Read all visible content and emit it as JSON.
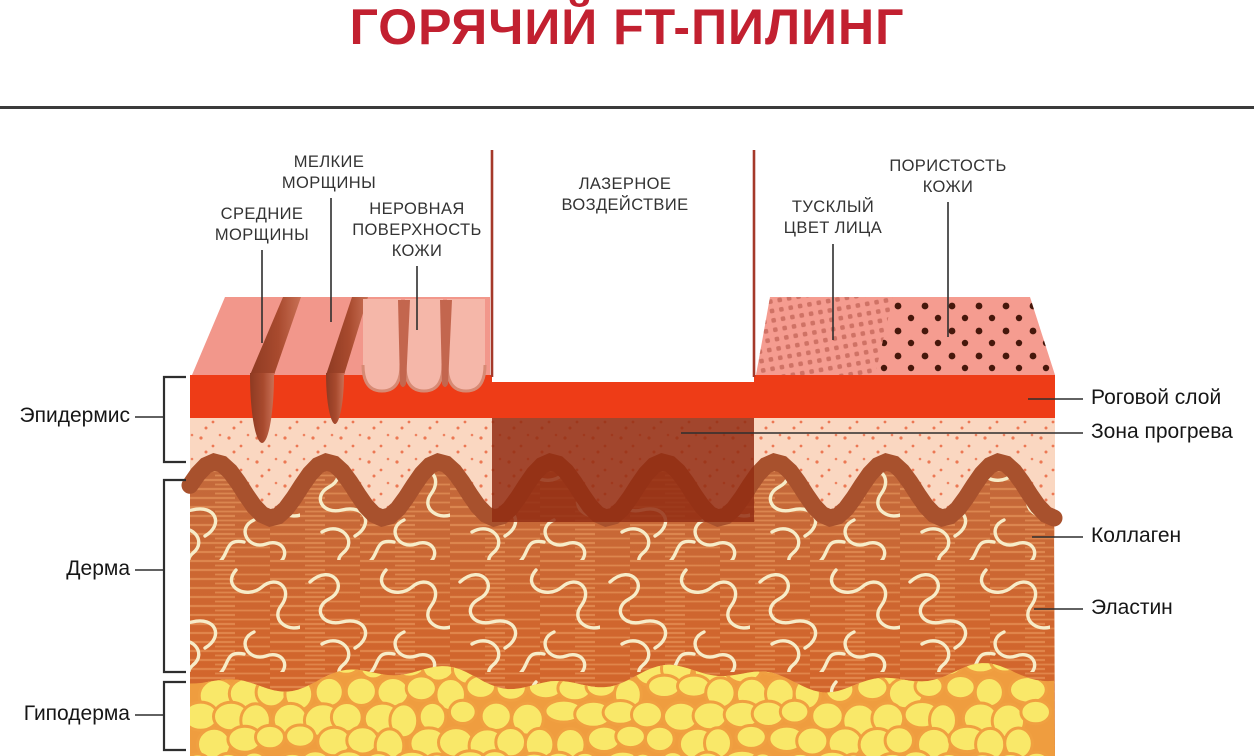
{
  "title": {
    "text": "ГОРЯЧИЙ FT-ПИЛИНГ",
    "color": "#C22030"
  },
  "labels": {
    "top": [
      {
        "name": "medium-wrinkles",
        "text": "СРЕДНИЕ\nМОРЩИНЫ"
      },
      {
        "name": "fine-wrinkles",
        "text": "МЕЛКИЕ\nМОРЩИНЫ"
      },
      {
        "name": "uneven-skin-surface",
        "text": "НЕРОВНАЯ\nПОВЕРХНОСТЬ\nКОЖИ"
      },
      {
        "name": "laser-impact",
        "text": "ЛАЗЕРНОЕ\nВОЗДЕЙСТВИЕ"
      },
      {
        "name": "dull-complexion",
        "text": "ТУСКЛЫЙ\nЦВЕТ ЛИЦА"
      },
      {
        "name": "skin-porosity",
        "text": "ПОРИСТОСТЬ\nКОЖИ"
      }
    ],
    "left": [
      {
        "name": "epidermis",
        "text": "Эпидермис"
      },
      {
        "name": "dermis",
        "text": "Дерма"
      },
      {
        "name": "hypodermis",
        "text": "Гиподерма"
      }
    ],
    "right": [
      {
        "name": "stratum-corneum",
        "text": "Роговой слой"
      },
      {
        "name": "heating-zone",
        "text": "Зона прогрева"
      },
      {
        "name": "collagen",
        "text": "Коллаген"
      },
      {
        "name": "elastin",
        "text": "Эластин"
      }
    ]
  },
  "colors": {
    "title_red": "#C22030",
    "stratum_corneum_orange": "#EE3C17",
    "epidermis_pale": "#FAD7C1",
    "basal_wave_brown": "#A8512D",
    "dermis_orange": "#CE6733",
    "heating_zone_maroon": "#922D13",
    "fat_yellow": "#F9E869",
    "fat_outline": "#F0A041",
    "surface_pink": "#F2978B",
    "laser_border_red": "#A5392A",
    "collagen_cream": "#F7ECC8"
  }
}
